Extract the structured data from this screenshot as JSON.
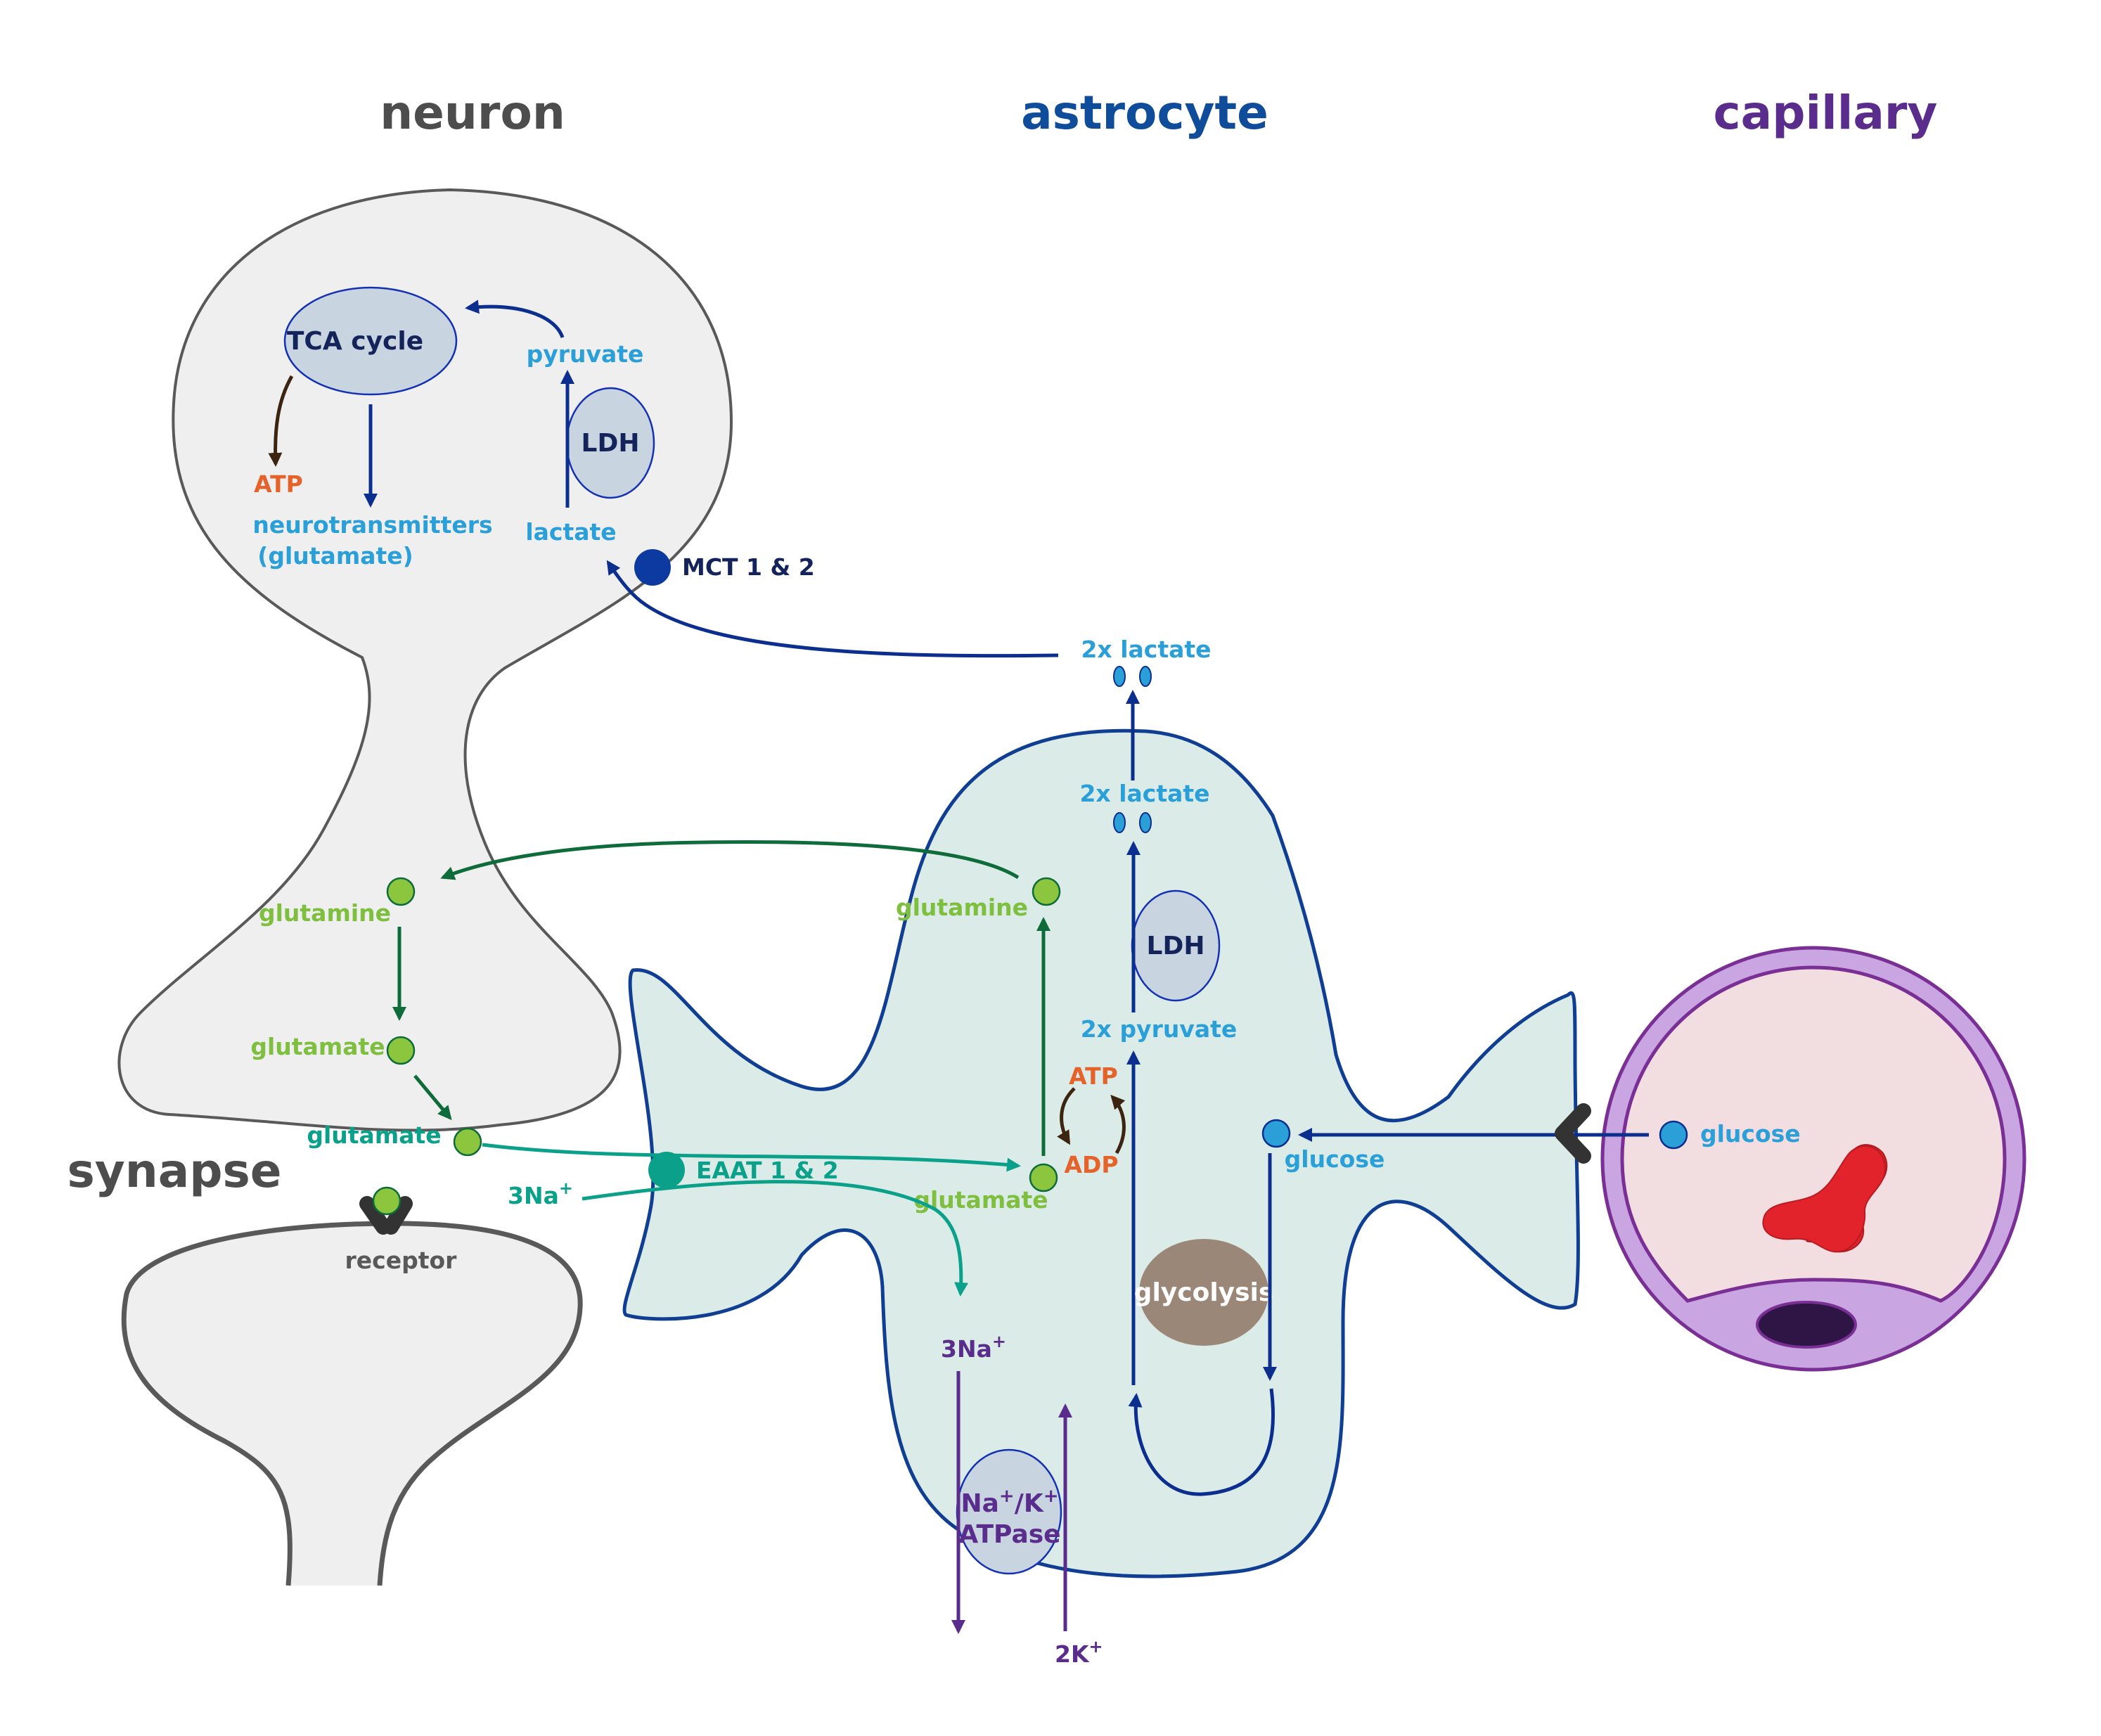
{
  "titles": {
    "neuron": "neuron",
    "astrocyte": "astrocyte",
    "capillary": "capillary",
    "synapse": "synapse"
  },
  "neuron": {
    "tca": "TCA cycle",
    "pyruvate": "pyruvate",
    "ldh": "LDH",
    "atp": "ATP",
    "neurotransmitters": "neurotransmitters",
    "neurotransmitters_sub": "(glutamate)",
    "lactate": "lactate",
    "mct": "MCT 1 & 2",
    "glutamine": "glutamine",
    "glutamate": "glutamate",
    "glutamate_released": "glutamate",
    "receptor": "receptor"
  },
  "astrocyte": {
    "lactate_out": "2x lactate",
    "lactate_in": "2x lactate",
    "glutamine": "glutamine",
    "ldh": "LDH",
    "pyruvate": "2x pyruvate",
    "atp": "ATP",
    "adp": "ADP",
    "eaat": "EAAT 1 & 2",
    "na_in": "3Na",
    "na_in_sup": "+",
    "glutamate": "glutamate",
    "glucose": "glucose",
    "glycolysis": "glycolysis",
    "na_out": "3Na",
    "na_out_sup": "+",
    "pump_line1": "Na",
    "pump_sup1": "+",
    "pump_slash": "/K",
    "pump_sup2": "+",
    "pump_line2": "ATPase",
    "k_in": "2K",
    "k_sup": "+"
  },
  "capillary": {
    "glucose": "glucose"
  },
  "colors": {
    "title_gray": "#4d4d4d",
    "astro_blue": "#0f4c9a",
    "capillary_purple": "#5a2d8c",
    "light_blue": "#2a9fd8",
    "dark_blue": "#0c2f8f",
    "navy_text": "#14235a",
    "green_light": "#7ebf3f",
    "green_dark": "#0e6b3a",
    "teal": "#0ba08a",
    "orange": "#e5622a",
    "brown": "#3d2410",
    "purple": "#5a2d8c"
  }
}
